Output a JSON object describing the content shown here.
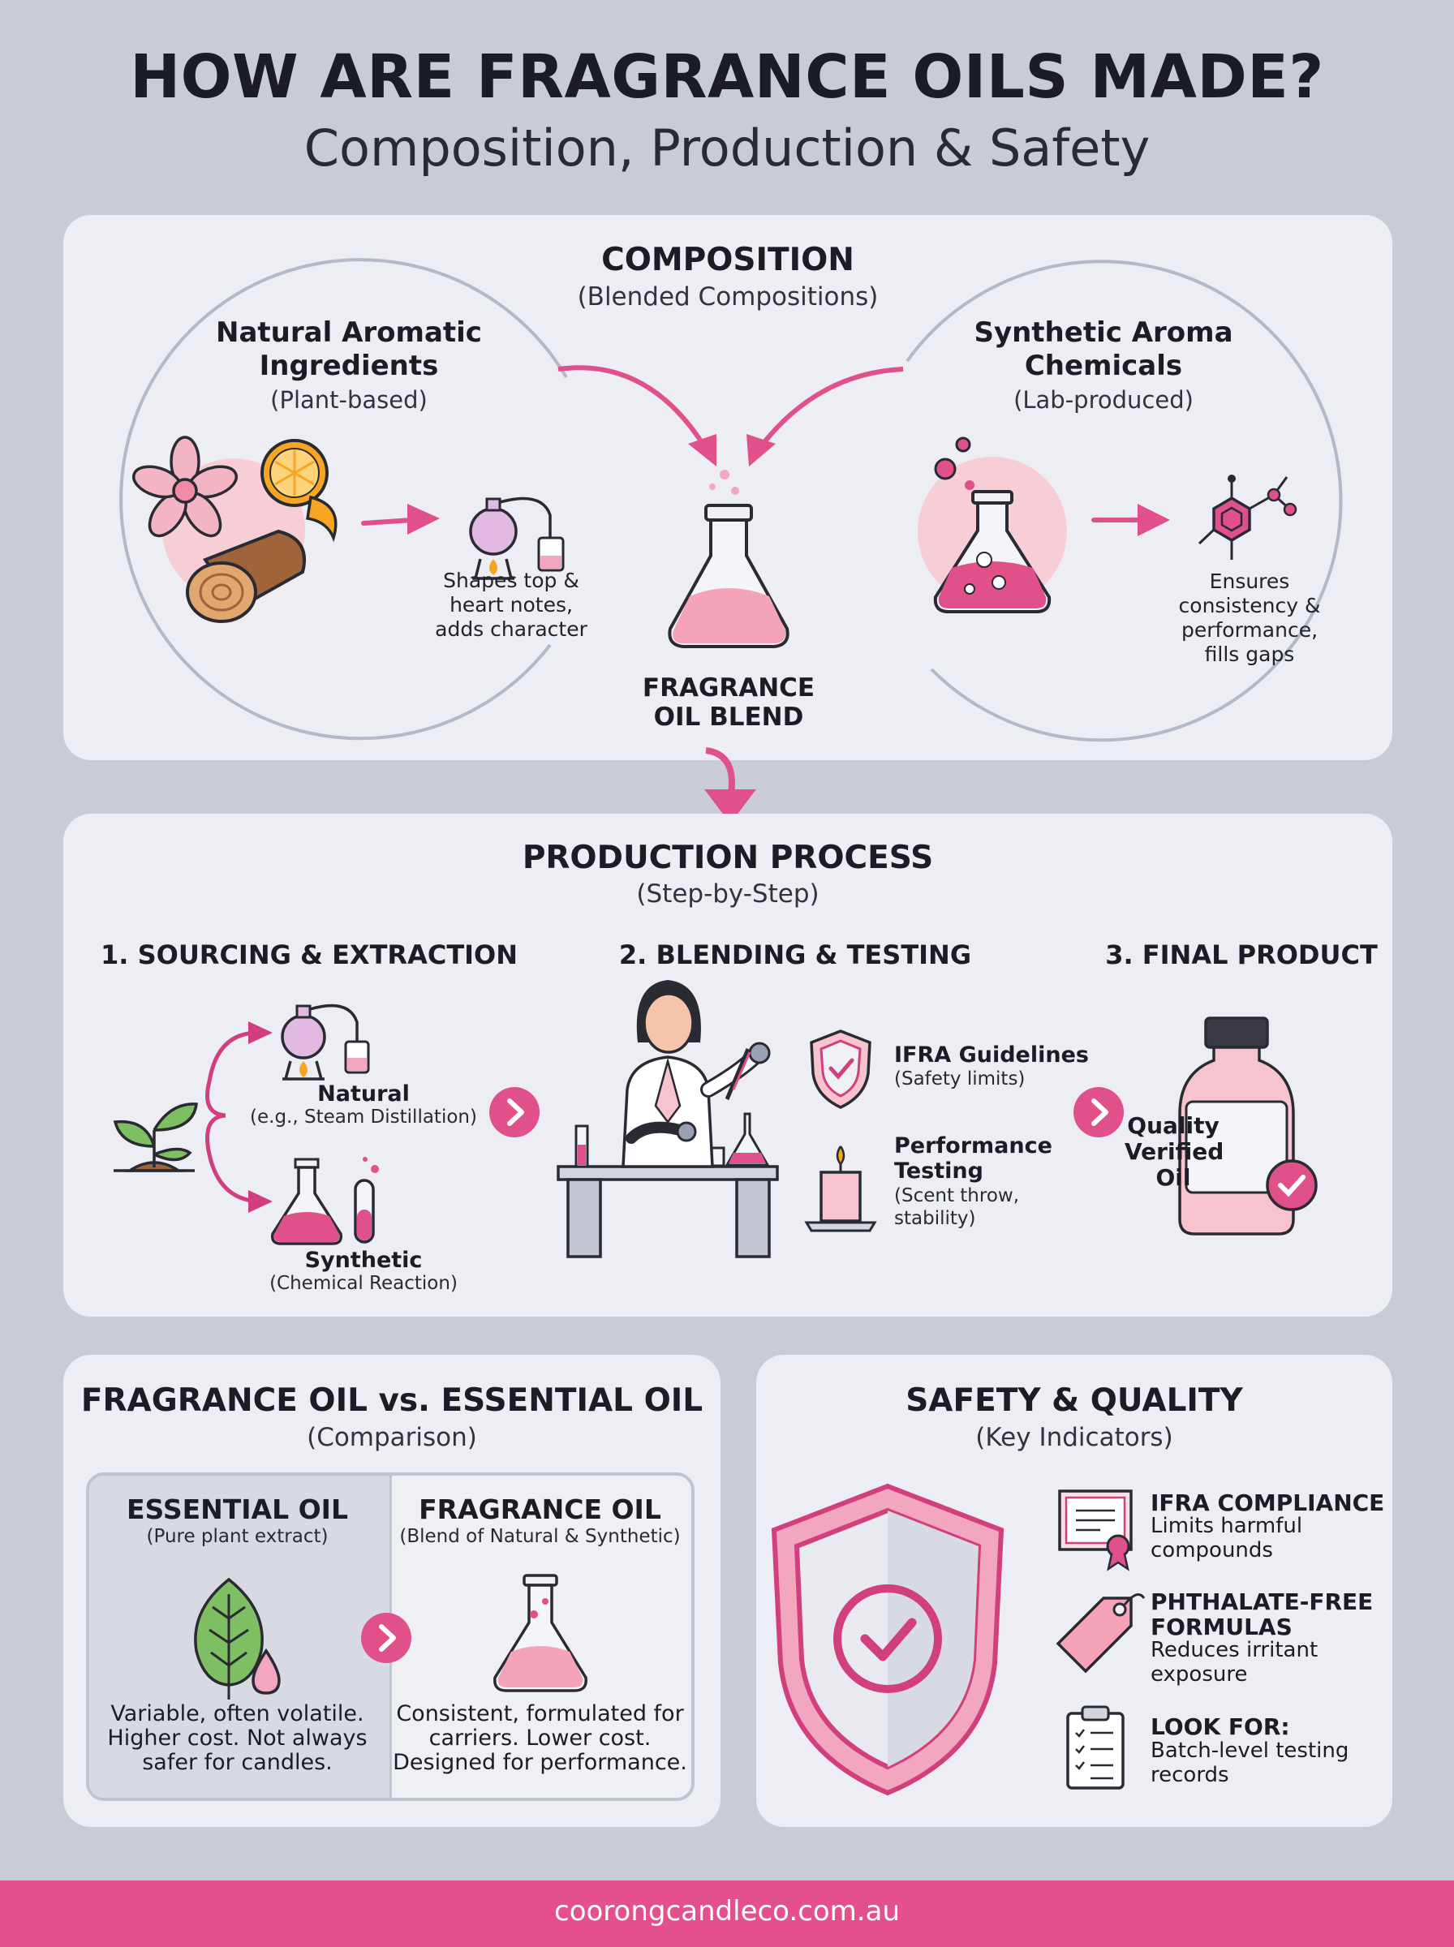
{
  "header": {
    "title": "HOW ARE FRAGRANCE OILS MADE?",
    "subtitle": "Composition, Production & Safety"
  },
  "composition": {
    "title": "COMPOSITION",
    "subtitle": "(Blended Compositions)",
    "natural": {
      "title_line1": "Natural Aromatic",
      "title_line2": "Ingredients",
      "subtitle": "(Plant-based)",
      "note_line1": "Shapes top &",
      "note_line2": "heart notes,",
      "note_line3": "adds character"
    },
    "synthetic": {
      "title_line1": "Synthetic Aroma",
      "title_line2": "Chemicals",
      "subtitle": "(Lab-produced)",
      "note_line1": "Ensures",
      "note_line2": "consistency &",
      "note_line3": "performance,",
      "note_line4": "fills gaps"
    },
    "blend_line1": "FRAGRANCE",
    "blend_line2": "OIL BLEND"
  },
  "production": {
    "title": "PRODUCTION PROCESS",
    "subtitle": "(Step-by-Step)",
    "step1": {
      "title": "1. SOURCING & EXTRACTION",
      "natural_label": "Natural",
      "natural_sub": "(e.g., Steam Distillation)",
      "synthetic_label": "Synthetic",
      "synthetic_sub": "(Chemical Reaction)"
    },
    "step2": {
      "title": "2. BLENDING & TESTING",
      "ifra_title": "IFRA Guidelines",
      "ifra_sub": "(Safety limits)",
      "perf_title_line1": "Performance",
      "perf_title_line2": "Testing",
      "perf_sub_line1": "(Scent throw,",
      "perf_sub_line2": "stability)"
    },
    "step3": {
      "title": "3. FINAL PRODUCT",
      "label_line1": "Quality",
      "label_line2": "Verified",
      "label_line3": "Oil"
    }
  },
  "comparison": {
    "title": "FRAGRANCE OIL vs. ESSENTIAL OIL",
    "subtitle": "(Comparison)",
    "essential": {
      "title": "ESSENTIAL OIL",
      "subtitle": "(Pure plant extract)",
      "desc_line1": "Variable, often volatile.",
      "desc_line2": "Higher cost. Not always",
      "desc_line3": "safer for candles."
    },
    "fragrance": {
      "title": "FRAGRANCE OIL",
      "subtitle": "(Blend of Natural & Synthetic)",
      "desc_line1": "Consistent, formulated for",
      "desc_line2": "carriers. Lower cost.",
      "desc_line3": "Designed for performance."
    }
  },
  "safety": {
    "title": "SAFETY & QUALITY",
    "subtitle": "(Key Indicators)",
    "items": [
      {
        "title_line1": "IFRA COMPLIANCE",
        "title_line2": "",
        "desc_line1": "Limits harmful",
        "desc_line2": "compounds",
        "icon": "certificate-icon"
      },
      {
        "title_line1": "PHTHALATE-FREE",
        "title_line2": "FORMULAS",
        "desc_line1": "Reduces irritant",
        "desc_line2": "exposure",
        "icon": "tag-icon"
      },
      {
        "title_line1": "LOOK FOR:",
        "title_line2": "",
        "desc_line1": "Batch-level testing",
        "desc_line2": "records",
        "icon": "clipboard-icon"
      }
    ]
  },
  "footer": {
    "url": "coorongcandleco.com.au"
  },
  "colors": {
    "accent": "#e0518a",
    "pinkLight": "#f7c3cf",
    "panel": "#eceef3",
    "background": "#c9ccd5"
  }
}
